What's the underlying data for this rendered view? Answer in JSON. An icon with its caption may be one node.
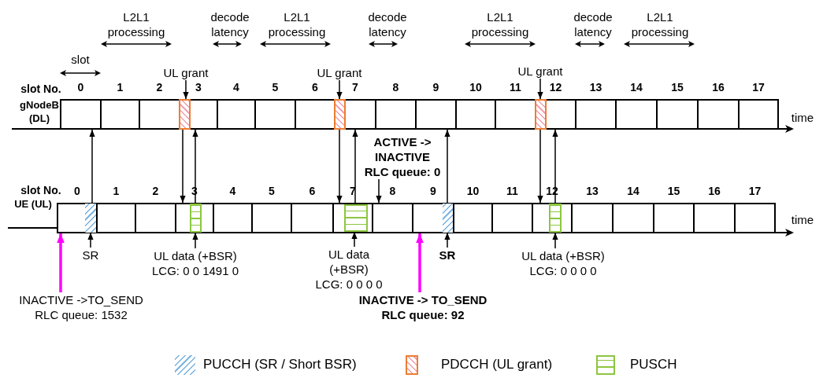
{
  "diagram": {
    "nodes": [
      {
        "text": [
          "0"
        ]
      },
      {
        "text": [
          "1"
        ]
      },
      {
        "text": [
          "2"
        ]
      },
      {
        "text": [
          "3"
        ]
      },
      {
        "text": [
          "4"
        ]
      },
      {
        "text": [
          "5"
        ]
      },
      {
        "text": [
          "6"
        ]
      },
      {
        "text": [
          "7"
        ]
      },
      {
        "text": [
          "8"
        ]
      },
      {
        "text": [
          "9"
        ]
      },
      {
        "text": [
          "10"
        ]
      },
      {
        "text": [
          "11"
        ]
      },
      {
        "text": [
          "12"
        ]
      },
      {
        "text": [
          "13"
        ]
      },
      {
        "text": [
          "14"
        ]
      },
      {
        "text": [
          "15"
        ]
      },
      {
        "text": [
          "16"
        ]
      },
      {
        "text": [
          "17"
        ]
      },
      {
        "text": [],
        "shape": "box",
        "in": 3
      },
      {
        "text": [],
        "shape": "box",
        "in": 7
      },
      {
        "text": [],
        "shape": "box",
        "in": 12
      },
      {
        "text": [
          "UL grant"
        ]
      },
      {
        "text": [
          "UL grant"
        ]
      },
      {
        "text": [
          "UL grant"
        ]
      },
      {
        "text": [
          "ACTIVE -> INACTIVE",
          "RLC queue: 0"
        ]
      },
      {
        "text": [
          "0"
        ]
      },
      {
        "text": [
          "1"
        ]
      },
      {
        "text": [
          "2"
        ]
      },
      {
        "text": [
          "3"
        ]
      },
      {
        "text": [
          "4"
        ]
      },
      {
        "text": [
          "5"
        ]
      },
      {
        "text": [
          "6"
        ]
      },
      {
        "text": [
          "7"
        ]
      },
      {
        "text": [
          "8"
        ]
      },
      {
        "text": [
          "9"
        ]
      },
      {
        "text": [
          "10"
        ]
      },
      {
        "text": [
          "11"
        ]
      },
      {
        "text": [
          "12"
        ]
      },
      {
        "text": [
          "13"
        ]
      },
      {
        "text": [
          "14"
        ]
      },
      {
        "text": [
          "15"
        ]
      },
      {
        "text": [
          "16"
        ]
      },
      {
        "text": [
          "17"
        ]
      },
      {
        "text": [],
        "shape": "box",
        "in": 25
      },
      {
        "text": [],
        "shape": "box",
        "in": 28
      },
      {
        "text": [],
        "shape": "box",
        "in": 32
      },
      {
        "text": [],
        "shape": "box",
        "in": 34
      },
      {
        "text": [],
        "shape": "box",
        "in": 37
      },
      {
        "text": [
          "SR"
        ]
      },
      {
        "text": [
          "UL data (+BSR)",
          "LCG: 0 0 1491 0"
        ]
      },
      {
        "text": [
          "UL data (+BSR)",
          "LCG: 0 0 0 0"
        ]
      },
      {
        "text": [
          "SR"
        ]
      },
      {
        "text": [
          "UL data (+BSR)",
          "LCG: 0 0 0 0"
        ]
      },
      {
        "text": [
          "INACTIVE ->TO_SEND",
          "RLC queue: 1532"
        ]
      },
      {
        "text": [
          "INACTIVE -> TO_SEND",
          "RLC queue: 92"
        ]
      }
    ],
    "edges": [
      {
        "from": 21,
        "to": 18,
        "arrow": "to"
      },
      {
        "from": 22,
        "to": 19,
        "arrow": "to"
      },
      {
        "from": 23,
        "to": 20,
        "arrow": "to"
      },
      {
        "from": 43,
        "to": 0,
        "arrow": "to"
      },
      {
        "from": 18,
        "to": 28,
        "arrow": "to"
      },
      {
        "from": 44,
        "to": 3,
        "arrow": "to"
      },
      {
        "from": 19,
        "to": 32,
        "arrow": "to"
      },
      {
        "from": 45,
        "to": 7,
        "arrow": "to"
      },
      {
        "from": 46,
        "to": 9,
        "arrow": "to"
      },
      {
        "from": 20,
        "to": 37,
        "arrow": "to"
      },
      {
        "from": 47,
        "to": 12,
        "arrow": "to"
      },
      {
        "from": 24,
        "to": 33,
        "arrow": "to"
      },
      {
        "from": 48,
        "to": 43,
        "arrow": "to"
      },
      {
        "from": 49,
        "to": 44,
        "arrow": "to"
      },
      {
        "from": 50,
        "to": 45,
        "arrow": "to"
      },
      {
        "from": 51,
        "to": 46,
        "arrow": "to"
      },
      {
        "from": 52,
        "to": 47,
        "arrow": "to"
      },
      {
        "from": 53,
        "to": 25,
        "arrow": "to",
        "style": "thick",
        "color": "#ff00ff"
      },
      {
        "from": 54,
        "to": 34,
        "arrow": "to",
        "style": "thick",
        "color": "#ff00ff"
      }
    ],
    "labels": [
      "L2L1 processing",
      "decode latency",
      "L2L1 processing",
      "decode latency",
      "L2L1 processing",
      "decode latency",
      "L2L1 processing",
      "slot",
      "slot No.",
      "gNodeB (DL)",
      "time",
      "slot No.",
      "UE (UL)",
      "time"
    ],
    "legend": [
      {
        "text": "PUCCH (SR / Short BSR)"
      },
      {
        "text": "PDCCH (UL grant)"
      },
      {
        "text": "PUSCH"
      }
    ]
  }
}
